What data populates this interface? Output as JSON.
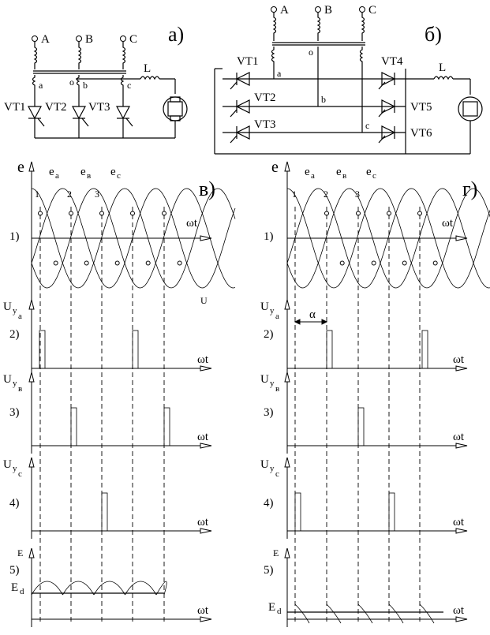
{
  "circuit_a": {
    "panel_label": "а)",
    "phases": [
      "A",
      "B",
      "C"
    ],
    "taps": [
      "a",
      "b",
      "c"
    ],
    "neutral": "o",
    "inductor": "L",
    "thyristors": [
      "VT1",
      "VT2",
      "VT3"
    ]
  },
  "circuit_b": {
    "panel_label": "б)",
    "phases": [
      "A",
      "B",
      "C"
    ],
    "taps": [
      "a",
      "b",
      "c"
    ],
    "neutral": "o",
    "inductor": "L",
    "thyristors_left": [
      "VT1",
      "VT2",
      "VT3"
    ],
    "thyristors_right": [
      "VT4",
      "VT5",
      "VT6"
    ]
  },
  "diagram_v": {
    "panel_label": "в)",
    "e_axis": "e",
    "phase_labels": [
      "e",
      "e",
      "e"
    ],
    "phase_subs": [
      "a",
      "в",
      "c"
    ],
    "points": [
      "1",
      "2",
      "3"
    ],
    "wt": "ωt",
    "row_nums": [
      "1)",
      "2)",
      "3)",
      "4)",
      "5)"
    ],
    "u_labels": [
      {
        "main": "U",
        "sub": "y",
        "sub2": "a"
      },
      {
        "main": "U",
        "sub": "y",
        "sub2": "в"
      },
      {
        "main": "U",
        "sub": "y",
        "sub2": "c"
      }
    ],
    "extra_u": "U",
    "e_label": "E",
    "ed_label": "E",
    "ed_sub": "d"
  },
  "diagram_g": {
    "panel_label": "г)",
    "e_axis": "e",
    "phase_labels": [
      "e",
      "e",
      "e"
    ],
    "phase_subs": [
      "a",
      "в",
      "c"
    ],
    "points": [
      "1",
      "2",
      "3"
    ],
    "wt": "ωt",
    "row_nums": [
      "1)",
      "2)",
      "3)",
      "4)",
      "5)"
    ],
    "u_labels": [
      {
        "main": "U",
        "sub": "y",
        "sub2": "a"
      },
      {
        "main": "U",
        "sub": "y",
        "sub2": "в"
      },
      {
        "main": "U",
        "sub": "y",
        "sub2": "c"
      }
    ],
    "alpha": "α",
    "e_label": "E",
    "ed_label": "E",
    "ed_sub": "d"
  }
}
